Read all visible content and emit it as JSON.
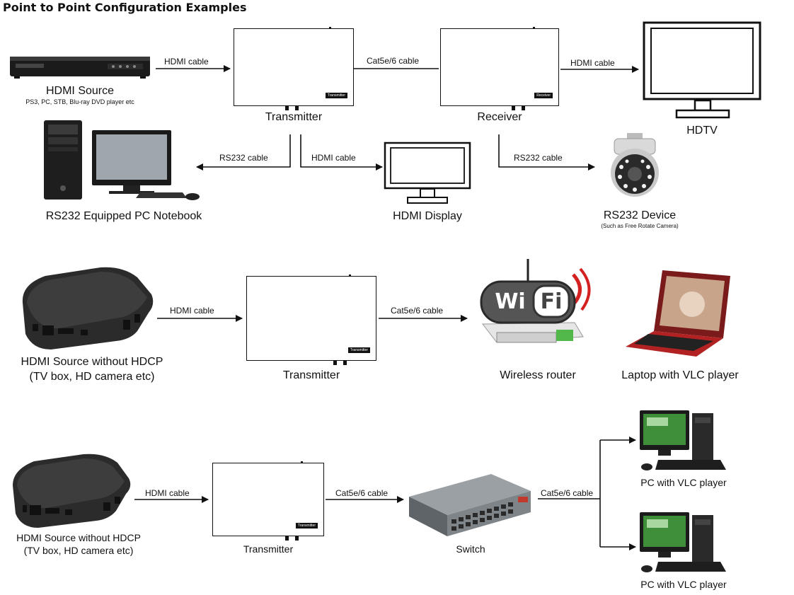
{
  "title": "Point to Point Configuration Examples",
  "box_tags": {
    "transmitter": "Transmitter",
    "receiver": "Receiver"
  },
  "diagram1": {
    "hdmi_source": "HDMI Source",
    "hdmi_source_sub": "PS3, PC, STB, Blu-ray DVD player etc",
    "transmitter": "Transmitter",
    "receiver": "Receiver",
    "hdtv": "HDTV",
    "pc": "RS232 Equipped PC Notebook",
    "hdmi_display": "HDMI Display",
    "rs232_device": "RS232 Device",
    "rs232_device_sub": "(Such as Free  Rotate Camera)",
    "cable_hdmi_1": "HDMI cable",
    "cable_cat": "Cat5e/6 cable",
    "cable_hdmi_2": "HDMI cable",
    "cable_rs232_left": "RS232 cable",
    "cable_hdmi_display": "HDMI cable",
    "cable_rs232_right": "RS232 cable"
  },
  "diagram2": {
    "source_line1": "HDMI Source without HDCP",
    "source_line2": "(TV box, HD camera etc)",
    "transmitter": "Transmitter",
    "router": "Wireless router",
    "laptop": "Laptop with VLC player",
    "cable_hdmi": "HDMI cable",
    "cable_cat": "Cat5e/6 cable",
    "wifi_left": "Wi",
    "wifi_right": "Fi"
  },
  "diagram3": {
    "source_line1": "HDMI Source without HDCP",
    "source_line2": "(TV box, HD camera etc)",
    "transmitter": "Transmitter",
    "switch": "Switch",
    "pc1": "PC with VLC player",
    "pc2": "PC with VLC player",
    "cable_hdmi": "HDMI cable",
    "cable_cat1": "Cat5e/6 cable",
    "cable_cat2": "Cat5e/6 cable"
  }
}
